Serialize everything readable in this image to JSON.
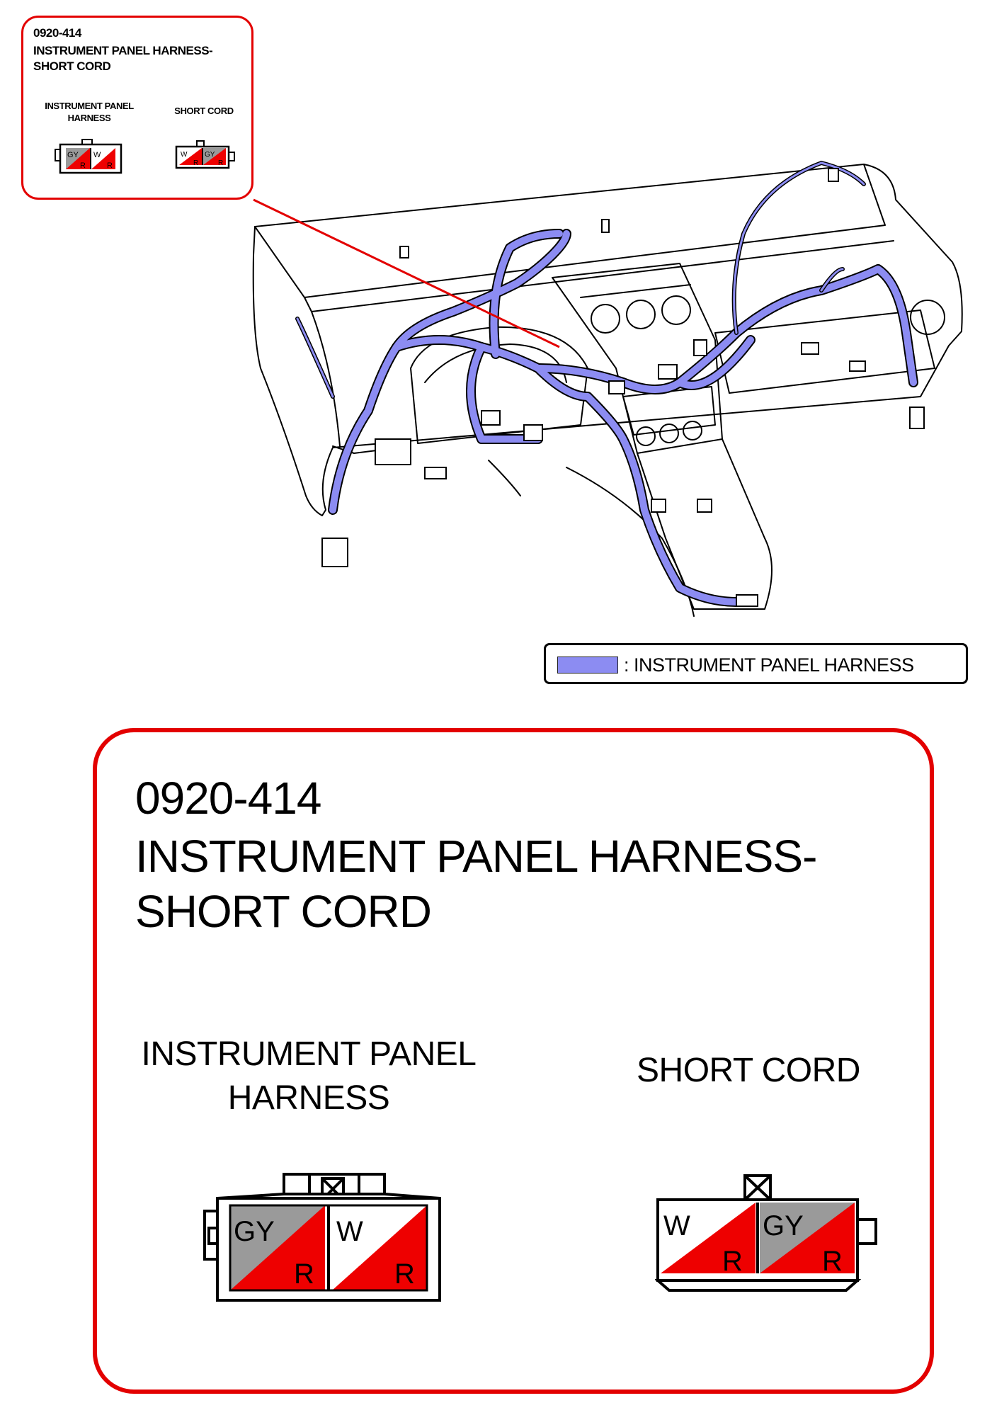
{
  "callout_small": {
    "code": "0920-414",
    "title": "INSTRUMENT PANEL HARNESS-SHORT CORD",
    "label_harness": "INSTRUMENT PANEL HARNESS",
    "label_short_cord": "SHORT CORD"
  },
  "legend": {
    "text": ": INSTRUMENT PANEL HARNESS",
    "swatch_color": "#8c8cf2"
  },
  "callout_large": {
    "code": "0920-414",
    "title": "INSTRUMENT PANEL HARNESS-SHORT CORD",
    "label_harness": "INSTRUMENT PANEL HARNESS",
    "label_short_cord": "SHORT CORD"
  },
  "connector_harness": {
    "left_cell_top": "GY",
    "left_cell_bottom": "R",
    "right_cell_top": "W",
    "right_cell_bottom": "R"
  },
  "connector_short_cord": {
    "left_cell_top": "W",
    "left_cell_bottom": "R",
    "right_cell_top": "GY",
    "right_cell_bottom": "R"
  },
  "colors": {
    "accent_red": "#e30000",
    "wire_red": "#ee0000",
    "wire_gray": "#9a9a9a",
    "harness_blue": "#8c8cf2"
  }
}
